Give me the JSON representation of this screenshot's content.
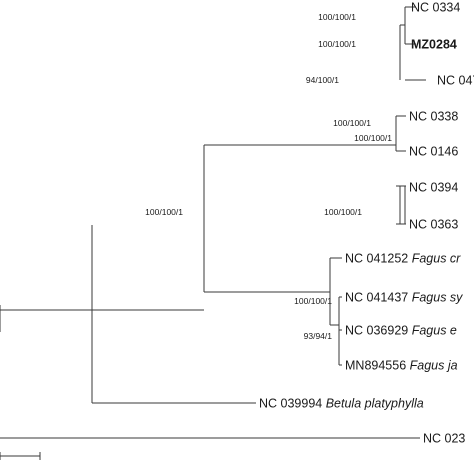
{
  "tree": {
    "tips": [
      {
        "acc": "NC 0334",
        "species": "",
        "bold": false
      },
      {
        "acc": "MZ0284",
        "species": "",
        "bold": true
      },
      {
        "acc": "NC 047",
        "species": "",
        "bold": false
      },
      {
        "acc": "NC 0338",
        "species": "",
        "bold": false
      },
      {
        "acc": "NC 0146",
        "species": "",
        "bold": false
      },
      {
        "acc": "NC 0394",
        "species": "",
        "bold": false
      },
      {
        "acc": "NC 0363",
        "species": "",
        "bold": false
      },
      {
        "acc": "NC 041252",
        "species": "Fagus cr",
        "bold": false
      },
      {
        "acc": "NC 041437",
        "species": "Fagus sy",
        "bold": false
      },
      {
        "acc": "NC 036929",
        "species": "Fagus e",
        "bold": false
      },
      {
        "acc": "MN894556",
        "species": "Fagus ja",
        "bold": false
      },
      {
        "acc": "NC 039994",
        "species": "Betula platyphylla",
        "bold": false
      },
      {
        "acc": "NC 023",
        "species": "",
        "bold": false
      }
    ],
    "supports": [
      "100/100/1",
      "100/100/1",
      "94/100/1",
      "100/100/1",
      "100/100/1",
      "100/100/1",
      "100/100/1",
      "100/100/1",
      "93/94/1"
    ]
  }
}
